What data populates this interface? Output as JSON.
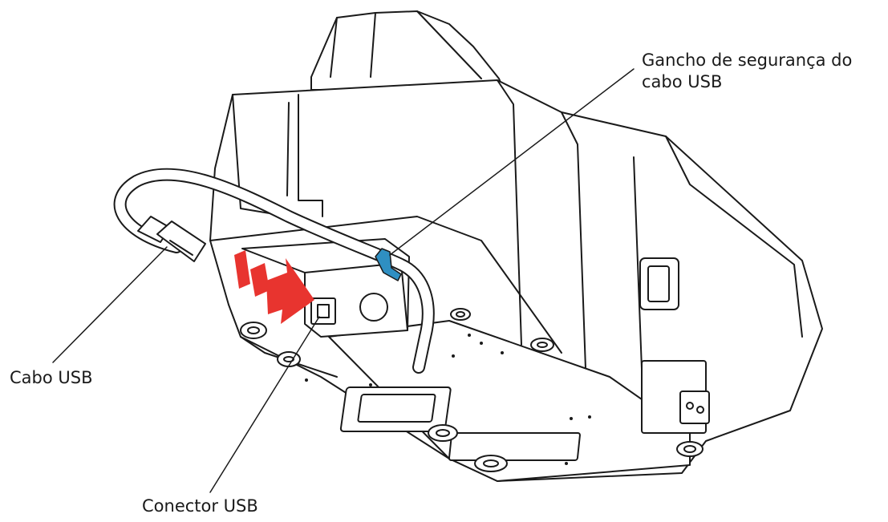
{
  "labels": {
    "usb_cable_hook_line1": "Gancho de segurança do",
    "usb_cable_hook_line2": "cabo USB",
    "usb_cable": "Cabo USB",
    "usb_connector": "Conector USB"
  },
  "colors": {
    "line": "#1a1a1a",
    "arrow": "#e8342f",
    "hook": "#2f8fc2",
    "background": "#ffffff"
  }
}
